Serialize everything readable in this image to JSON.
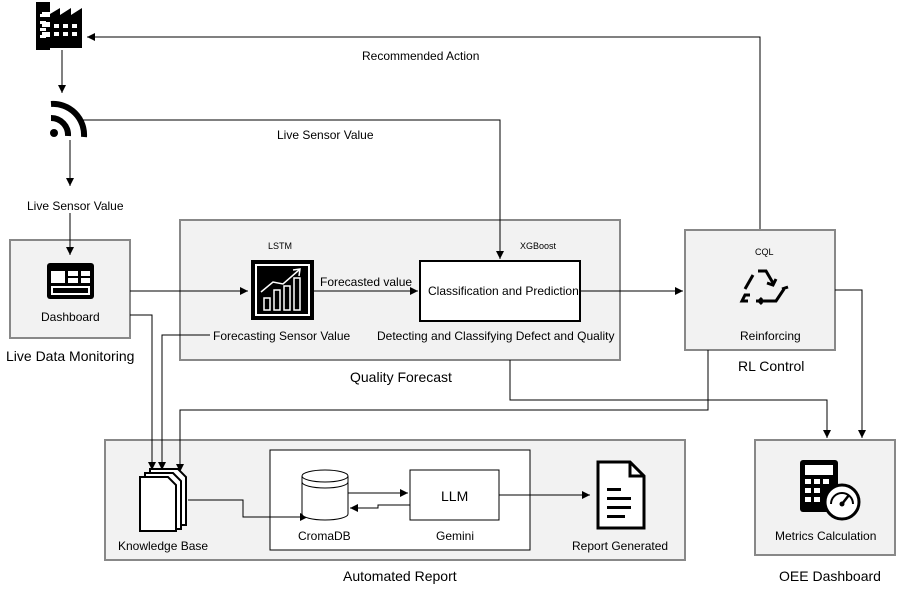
{
  "nodes": {
    "live_data_monitoring": {
      "box_label": "Dashboard",
      "caption": "Live Data Monitoring"
    },
    "quality_forecast": {
      "caption": "Quality Forecast",
      "lstm_tag": "LSTM",
      "lstm_sublabel": "Forecasting Sensor Value",
      "xgboost_tag": "XGBoost",
      "classifier_label": "Classification and Prediction",
      "classifier_sublabel": "Detecting and Classifying Defect and Quality"
    },
    "rl_control": {
      "tag": "CQL",
      "box_label": "Reinforcing",
      "caption": "RL Control"
    },
    "automated_report": {
      "caption": "Automated Report",
      "knowledge_base": "Knowledge Base",
      "db_label": "CromaDB",
      "llm_box": "LLM",
      "llm_label": "Gemini",
      "report_label": "Report Generated"
    },
    "oee_dashboard": {
      "box_label": "Metrics Calculation",
      "caption": "OEE Dashboard"
    }
  },
  "edges": {
    "recommended_action": "Recommended Action",
    "live_sensor_value_top": "Live Sensor Value",
    "live_sensor_value_left": "Live Sensor Value",
    "forecasted_value": "Forecasted value"
  },
  "icons": [
    "factory-icon",
    "rss-feed-icon",
    "dashboard-icon",
    "stock-chart-icon",
    "recycle-icon",
    "calculator-gauge-icon",
    "document-icon",
    "database-icon"
  ],
  "colors": {
    "container_fill": "#f2f2f2",
    "container_stroke": "#888888",
    "line": "#000000"
  }
}
